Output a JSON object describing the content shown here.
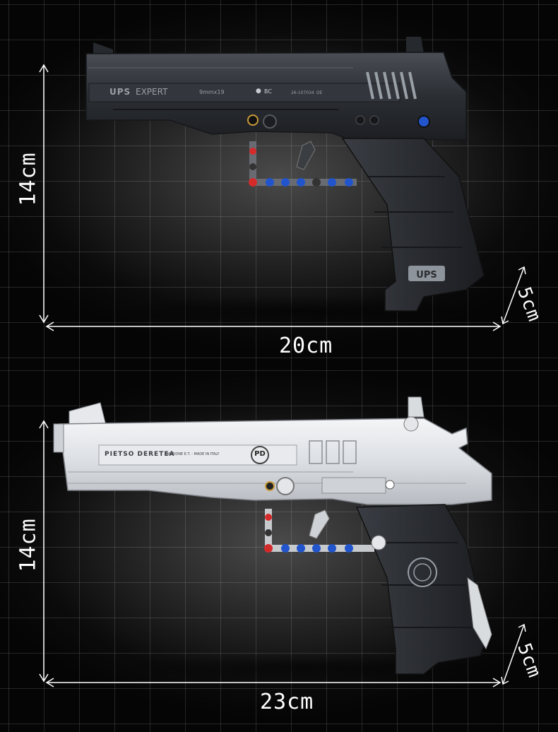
{
  "top": {
    "height_label": "14cm",
    "length_label": "20cm",
    "depth_label": "5cm",
    "slide_text": {
      "brand": "UPS",
      "model": "EXPERT",
      "caliber": "9mmx19",
      "mark": "BC",
      "serial": "26-107034",
      "country": "DE"
    },
    "grip_badge": "UPS"
  },
  "bottom": {
    "height_label": "14cm",
    "length_label": "23cm",
    "depth_label": "5cm",
    "slide_text": {
      "brand": "PIETSO DERETEA",
      "origin": "GASDONE E.T. - MADE IN ITALY",
      "logo": "PD"
    }
  }
}
